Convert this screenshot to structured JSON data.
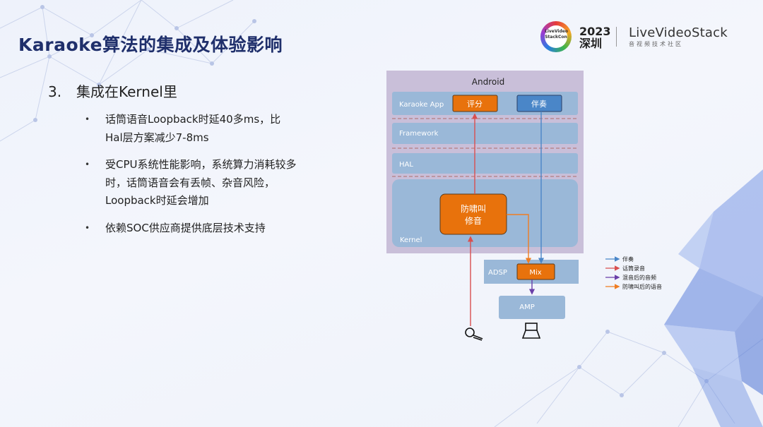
{
  "title": "Karaoke算法的集成及体验影响",
  "logo": {
    "badge_text": "LiveVideo StackCon",
    "year": "2023",
    "city": "深圳",
    "brand": "LiveVideoStack",
    "tagline": "音视频技术社区"
  },
  "section": {
    "number": "3.",
    "heading": "集成在Kernel里"
  },
  "bullets": [
    "话筒语音Loopback时延40多ms，比Hal层方案减少7-8ms",
    "受CPU系统性能影响，系统算力消耗较多时，话筒语音会有丢帧、杂音风险，Loopback时延会增加",
    "依赖SOC供应商提供底层技术支持"
  ],
  "diagram": {
    "android_label": "Android",
    "layers": {
      "app": "Karaoke App",
      "framework": "Framework",
      "hal": "HAL",
      "kernel": "Kernel"
    },
    "app_buttons": {
      "score": "评分",
      "accompany": "伴奏"
    },
    "kernel_block": {
      "line1": "防啸叫",
      "line2": "修音"
    },
    "adsp": {
      "label": "ADSP",
      "mix": "Mix"
    },
    "amp": "AMP",
    "colors": {
      "accompany": "#4a86c8",
      "mic_recording": "#d94f4f",
      "mixed_audio": "#6a3fa8",
      "processed_voice": "#ef7d22",
      "orange_block": "#e8720c"
    },
    "legend": [
      {
        "label": "伴奏",
        "color": "#4a86c8"
      },
      {
        "label": "话筒录音",
        "color": "#d94f4f"
      },
      {
        "label": "混音后的音频",
        "color": "#6a3fa8"
      },
      {
        "label": "防啸叫后的语音",
        "color": "#ef7d22"
      }
    ]
  }
}
